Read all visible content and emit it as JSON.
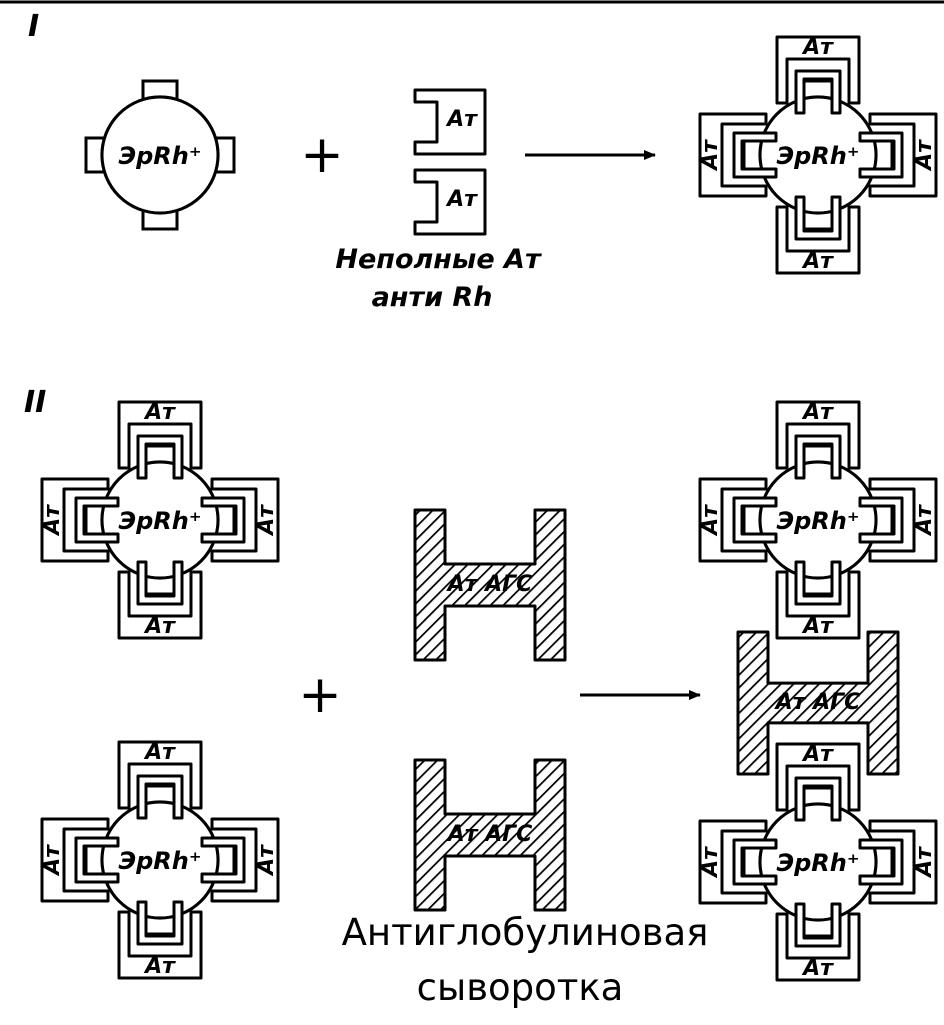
{
  "sections": [
    {
      "numeral": "I",
      "cell_label": "ЭрRh⁺",
      "antibody_label": "Ат",
      "plus": "+",
      "antibody_caption": [
        "Неполные Ат",
        "анти Rh"
      ]
    },
    {
      "numeral": "II",
      "cell_label": "ЭрRh⁺",
      "antibody_label": "Ат",
      "plus": "+",
      "ags_label": "Ат АГС",
      "caption": [
        "Антиглобулиновая",
        "сыворотка"
      ]
    }
  ]
}
